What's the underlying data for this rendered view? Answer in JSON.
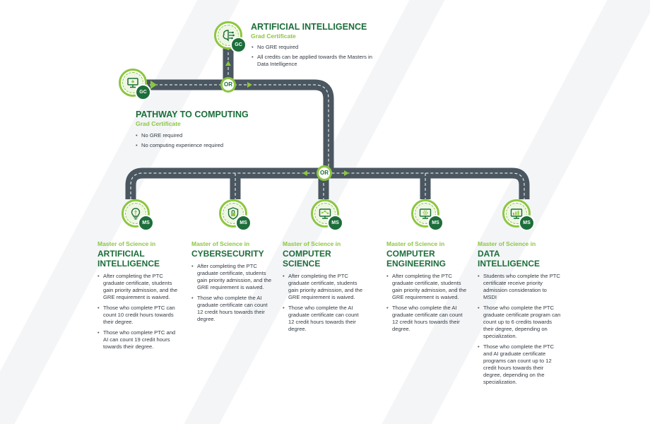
{
  "or_label": "OR",
  "ai_cert": {
    "badge": "GC",
    "icon": "brain-circuit-icon",
    "title": "ARTIFICIAL INTELLIGENCE",
    "subtitle": "Grad Certificate",
    "bullets": [
      "No GRE required",
      "All credits can be applied towards the Masters in Data Intelligence"
    ]
  },
  "ptc_cert": {
    "badge": "GC",
    "icon": "computer-monitor-icon",
    "title": "PATHWAY TO COMPUTING",
    "subtitle": "Grad Certificate",
    "bullets": [
      "No GRE required",
      "No computing experience required"
    ]
  },
  "programs": [
    {
      "badge": "MS",
      "icon": "lightbulb-brain-icon",
      "prefix": "Master of Science in",
      "name": "ARTIFICIAL\nINTELLIGENCE",
      "bullets": [
        "After completing the PTC graduate certificate, students gain priority admission, and the GRE requirement is waived.",
        "Those who complete PTC can count 10 credit hours towards their degree.",
        "Those who complete PTC and AI can count 19 credit hours towards their degree."
      ]
    },
    {
      "badge": "MS",
      "icon": "shield-lock-icon",
      "prefix": "Master of Science in",
      "name": "CYBERSECURITY",
      "bullets": [
        "After completing the PTC graduate certificate, students gain priority admission, and the GRE requirement is waived.",
        "Those who complete the AI graduate certificate can count 12 credit hours towards their degree."
      ]
    },
    {
      "badge": "MS",
      "icon": "monitor-network-icon",
      "prefix": "Master of Science in",
      "name": "COMPUTER\nSCIENCE",
      "bullets": [
        "After completing the PTC graduate certificate, students gain priority admission, and the GRE requirement is waived.",
        "Those who complete the AI graduate certificate can count 12 credit hours towards their degree."
      ]
    },
    {
      "badge": "MS",
      "icon": "monitor-gear-icon",
      "prefix": "Master of Science in",
      "name": "COMPUTER\nENGINEERING",
      "bullets": [
        "After completing the PTC graduate certificate, students gain priority admission, and the GRE requirement is waived.",
        "Those who complete the AI graduate certificate can count 12 credit hours towards their degree."
      ]
    },
    {
      "badge": "MS",
      "icon": "monitor-chart-icon",
      "prefix": "Master of Science in",
      "name": "DATA\nINTELLIGENCE",
      "bullets": [
        "Students who complete the PTC certificate receive priority admission consideration to MSDI",
        "Those who complete the PTC graduate certificate program can count up to 6 credits towards their degree, depending on specialization.",
        "Those who complete the PTC and AI graduate certificate programs can count up to 12 credit hours towards their degree, depending on the specialization."
      ]
    }
  ],
  "colors": {
    "road": "#4a5660",
    "dark_green": "#1c6e3a",
    "light_green": "#8cc63f"
  }
}
